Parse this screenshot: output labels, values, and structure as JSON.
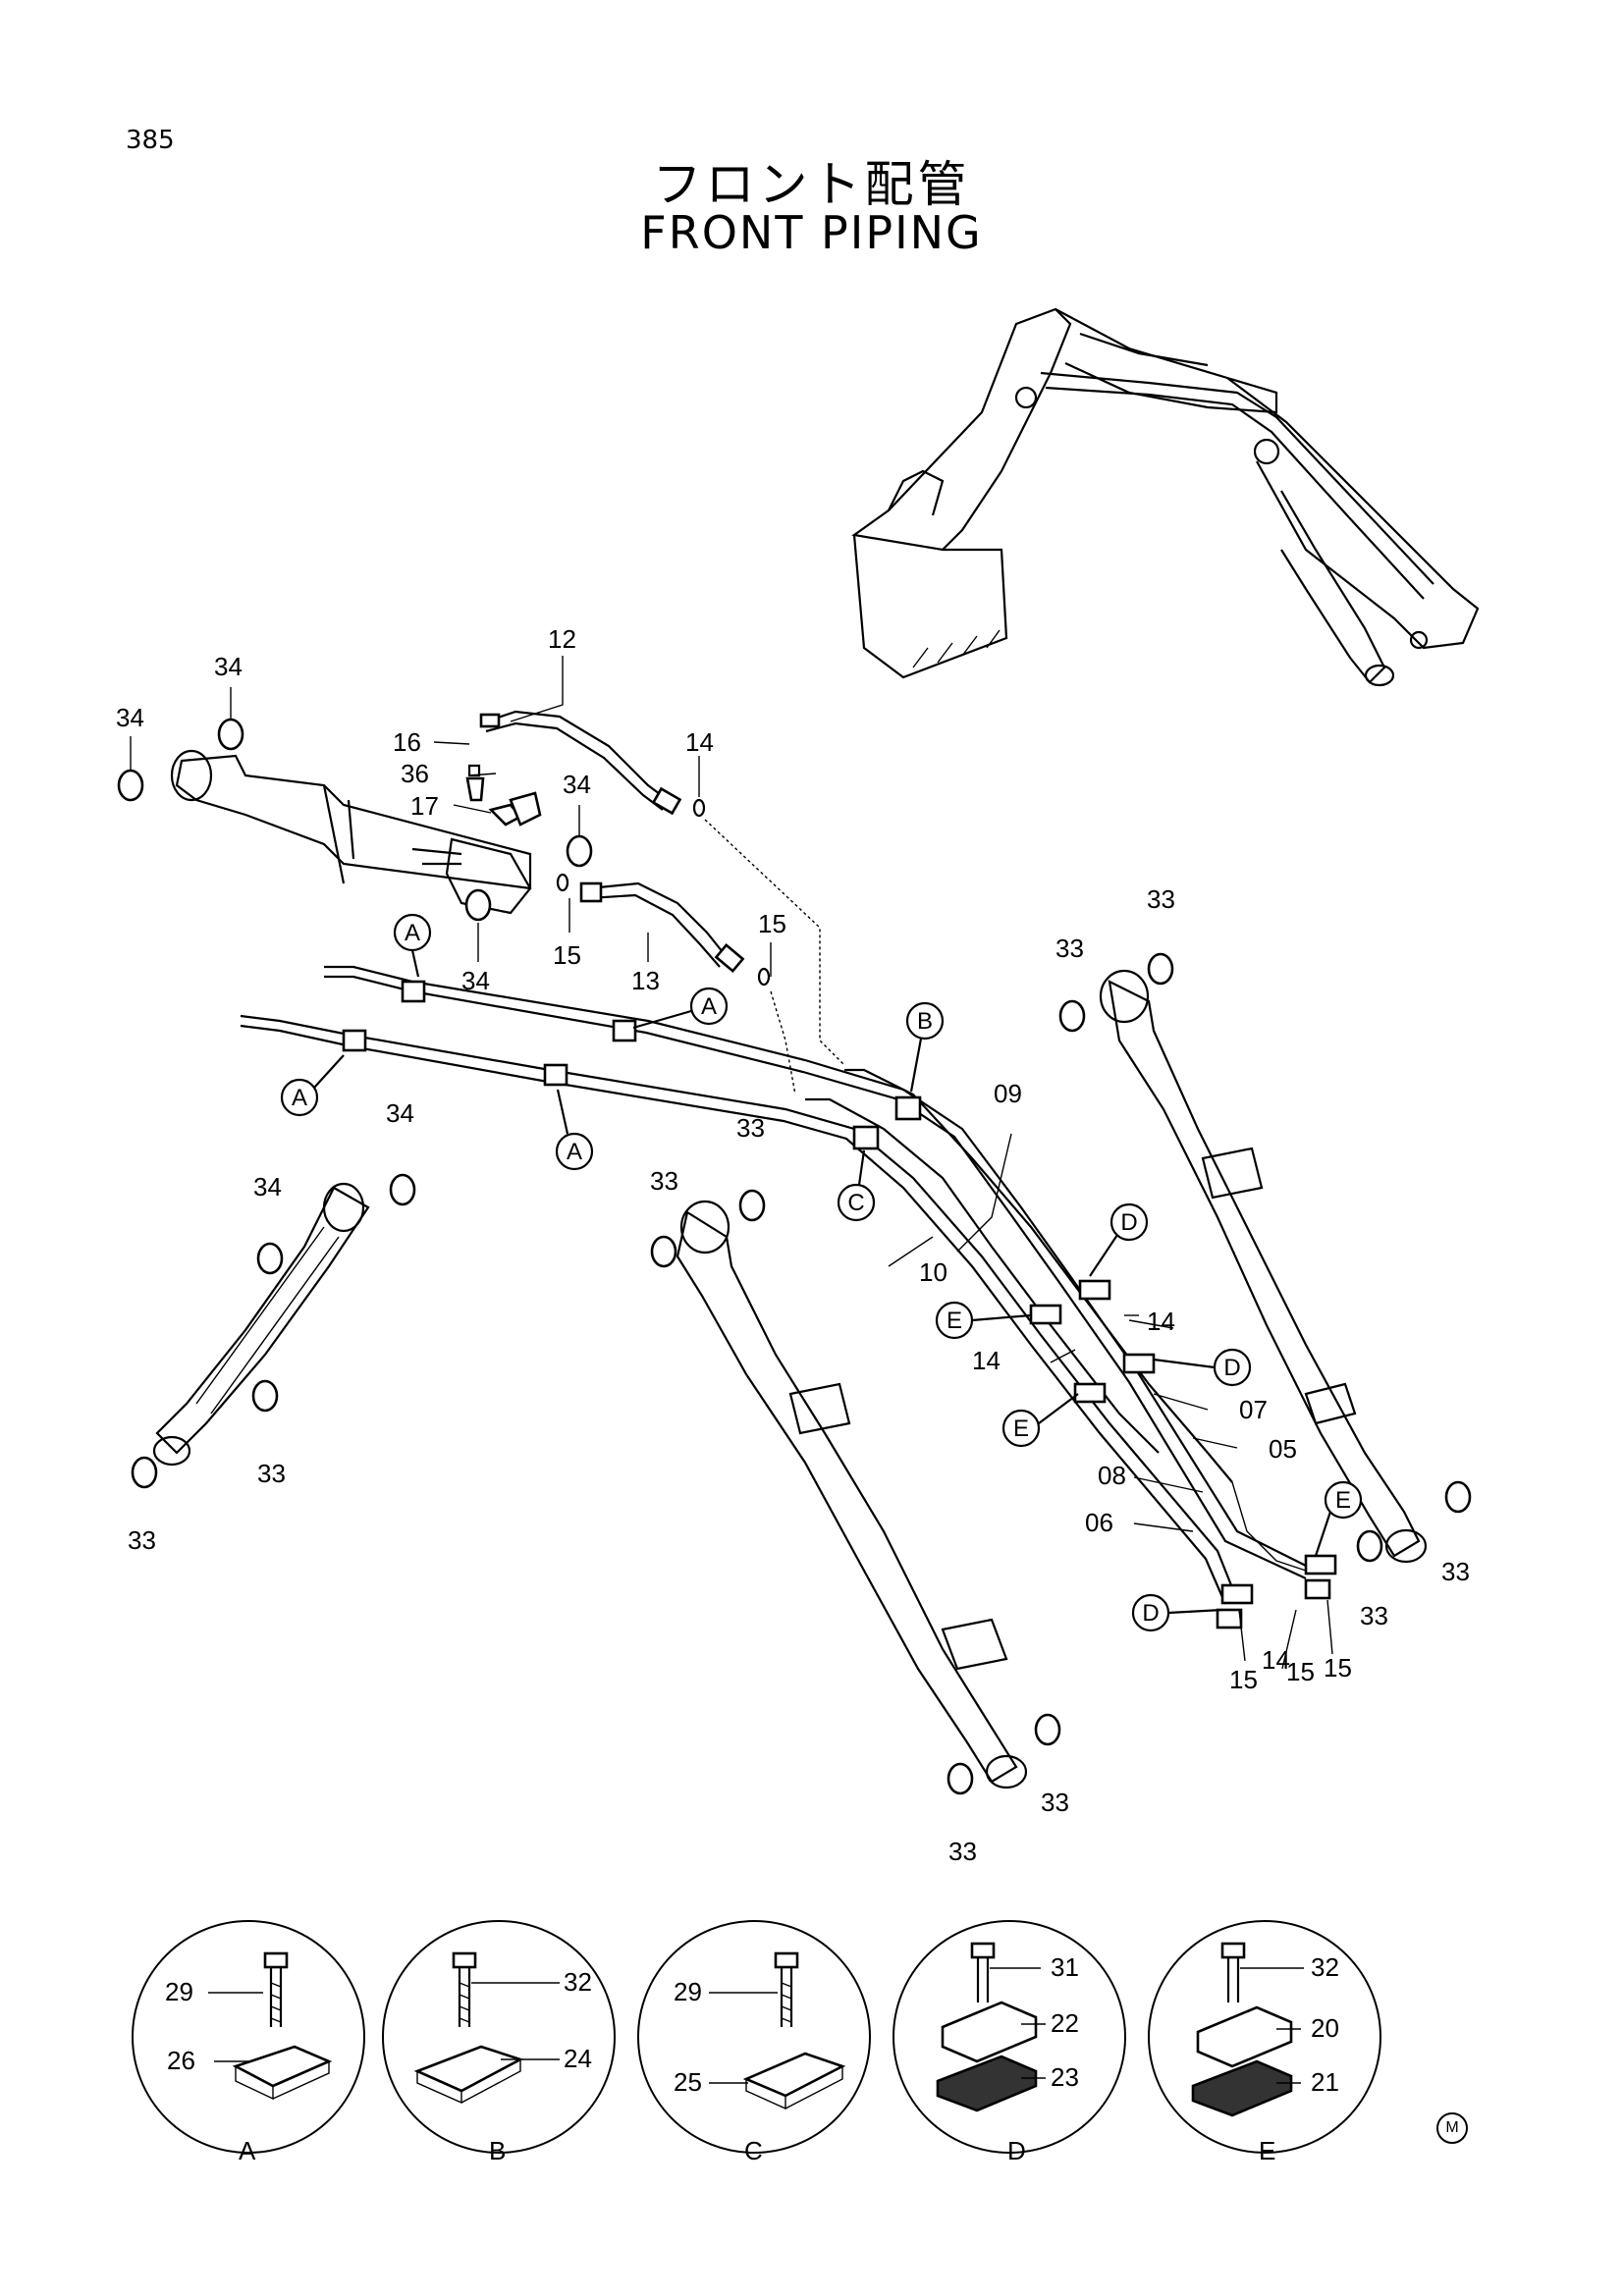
{
  "page_number": "385",
  "title_jp": "フロント配管",
  "title_en": "FRONT PIPING",
  "maker_mark": "M",
  "callouts": {
    "n12": "12",
    "n14a": "14",
    "n16": "16",
    "n36": "36",
    "n17": "17",
    "n34a": "34",
    "n34b": "34",
    "n34c": "34",
    "n34d": "34",
    "n34e": "34",
    "n34f": "34",
    "n15a": "15",
    "n13": "13",
    "n15b": "15",
    "n33a": "33",
    "n33b": "33",
    "n33c": "33",
    "n33d": "33",
    "n33e": "33",
    "n33f": "33",
    "n33g": "33",
    "n33h": "33",
    "n33i": "33",
    "n33j": "33",
    "n09": "09",
    "n10": "10",
    "n14b": "14",
    "n14c": "14",
    "n07": "07",
    "n05": "05",
    "n08": "08",
    "n06": "06",
    "n15c": "15",
    "n14d": "14",
    "n15d": "15",
    "n15e": "15"
  },
  "view_refs": [
    "A",
    "B",
    "C",
    "D",
    "E"
  ],
  "details": [
    {
      "view": "A",
      "bolt": "29",
      "clamp": "26"
    },
    {
      "view": "B",
      "bolt": "32",
      "clamp": "24"
    },
    {
      "view": "C",
      "bolt": "29",
      "clamp": "25"
    },
    {
      "view": "D",
      "bolt": "31",
      "upper": "22",
      "lower": "23"
    },
    {
      "view": "E",
      "bolt": "32",
      "upper": "20",
      "lower": "21"
    }
  ]
}
